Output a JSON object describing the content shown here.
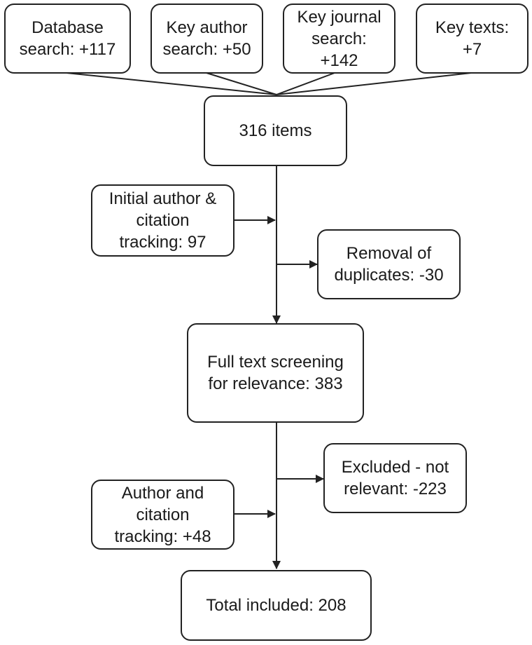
{
  "diagram": {
    "sources": [
      {
        "label": "Database\nsearch: +117"
      },
      {
        "label": "Key author\nsearch: +50"
      },
      {
        "label": "Key journal\nsearch:\n+142"
      },
      {
        "label": "Key texts:\n+7"
      }
    ],
    "merge": {
      "label": "316 items"
    },
    "tracking_initial": {
      "label": "Initial author &\ncitation\ntracking: 97"
    },
    "duplicates": {
      "label": "Removal of\nduplicates: -30"
    },
    "screening": {
      "label": "Full text screening\nfor relevance: 383"
    },
    "excluded": {
      "label": "Excluded - not\nrelevant: -223"
    },
    "tracking_second": {
      "label": "Author and\ncitation\ntracking: +48"
    },
    "total": {
      "label": "Total included: 208"
    }
  }
}
